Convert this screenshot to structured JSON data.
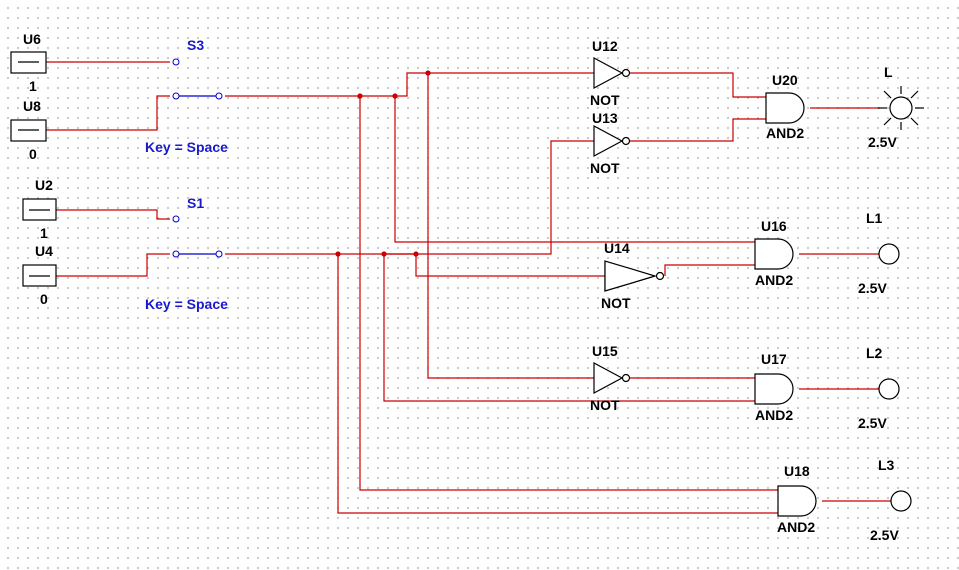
{
  "sources": {
    "u6": {
      "ref": "U6",
      "value": "1"
    },
    "u8": {
      "ref": "U8",
      "value": "0"
    },
    "u2": {
      "ref": "U2",
      "value": "1"
    },
    "u4": {
      "ref": "U4",
      "value": "0"
    }
  },
  "switches": {
    "s3": {
      "ref": "S3",
      "key": "Key = Space"
    },
    "s1": {
      "ref": "S1",
      "key": "Key = Space"
    }
  },
  "gates": {
    "u12": {
      "ref": "U12",
      "type": "NOT"
    },
    "u13": {
      "ref": "U13",
      "type": "NOT"
    },
    "u14": {
      "ref": "U14",
      "type": "NOT"
    },
    "u15": {
      "ref": "U15",
      "type": "NOT"
    },
    "u20": {
      "ref": "U20",
      "type": "AND2"
    },
    "u16": {
      "ref": "U16",
      "type": "AND2"
    },
    "u17": {
      "ref": "U17",
      "type": "AND2"
    },
    "u18": {
      "ref": "U18",
      "type": "AND2"
    }
  },
  "lamps": {
    "l": {
      "ref": "L",
      "voltage": "2.5V",
      "state": "on"
    },
    "l1": {
      "ref": "L1",
      "voltage": "2.5V",
      "state": "off"
    },
    "l2": {
      "ref": "L2",
      "voltage": "2.5V",
      "state": "off"
    },
    "l3": {
      "ref": "L3",
      "voltage": "2.5V",
      "state": "off"
    }
  },
  "colors": {
    "wire": "#cc0000",
    "switch": "#0000cc",
    "switch_label": "#1a1acc",
    "component": "#000000",
    "grid_dot": "#b8b8b8"
  }
}
